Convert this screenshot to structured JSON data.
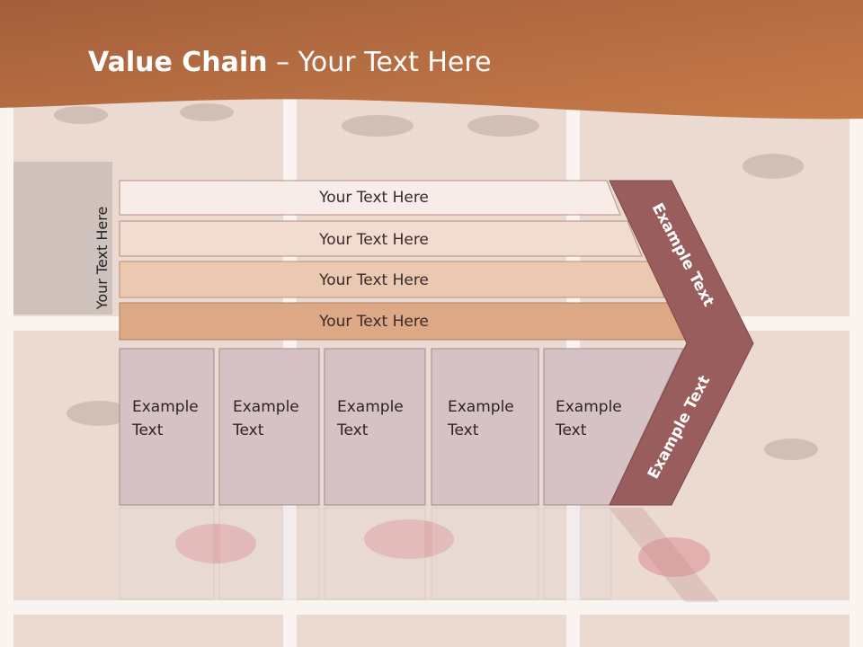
{
  "title": {
    "bold": "Value Chain",
    "rest": " – Your Text Here"
  },
  "side_label": "Your Text Here",
  "bands": [
    {
      "label": "Your Text Here",
      "color": "#f7ece8"
    },
    {
      "label": "Your Text Here",
      "color": "#f1dccf"
    },
    {
      "label": "Your Text Here",
      "color": "#ebc9b0"
    },
    {
      "label": "Your Text Here",
      "color": "#dda886"
    }
  ],
  "boxes": [
    {
      "line1": "Example",
      "line2": "Text"
    },
    {
      "line1": "Example",
      "line2": "Text"
    },
    {
      "line1": "Example",
      "line2": "Text"
    },
    {
      "line1": "Example",
      "line2": "Text"
    },
    {
      "line1": "Example",
      "line2": "Text"
    }
  ],
  "chevron": {
    "upper": "Example Text",
    "lower": "Example Text",
    "color": "#9a5d5d"
  },
  "colors": {
    "header": "#c77c4e",
    "box_fill": "#d6c2c4",
    "box_border": "#a08a8c"
  }
}
